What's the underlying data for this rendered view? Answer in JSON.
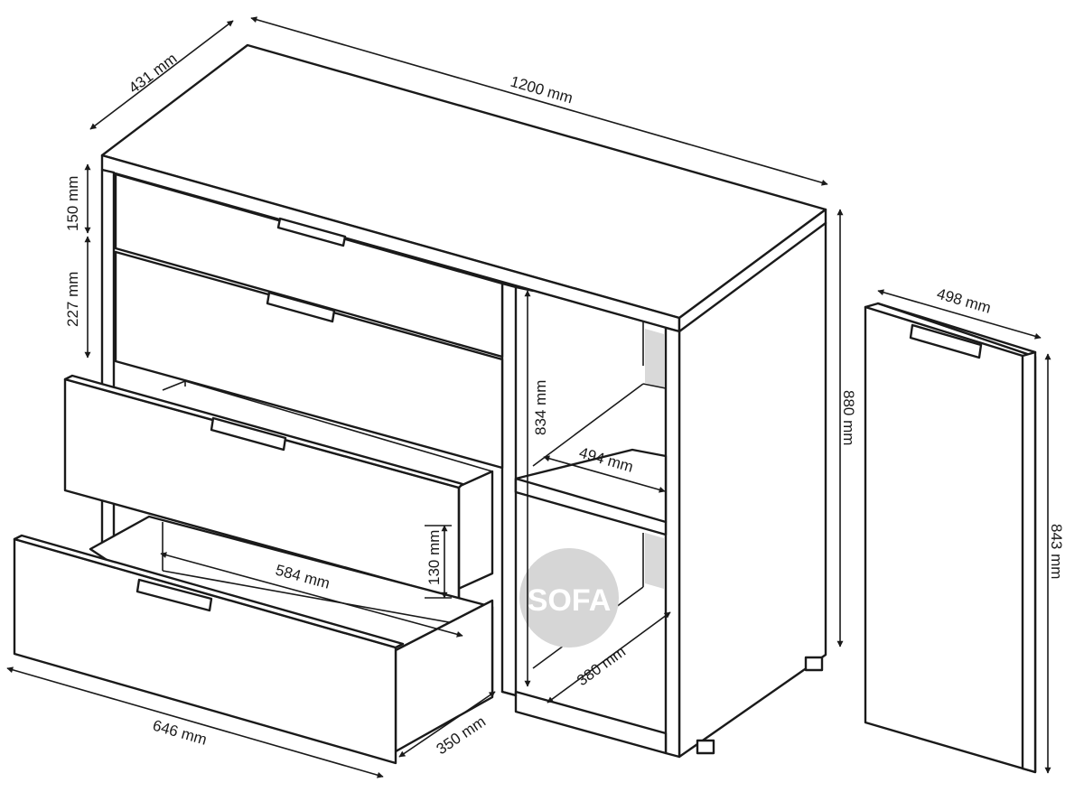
{
  "diagram": {
    "dimensions": {
      "overall_depth": "431 mm",
      "overall_width": "1200 mm",
      "top_drawer_height": "150 mm",
      "second_drawer_height": "227 mm",
      "shelf_section_height": "834 mm",
      "shelf_width": "494 mm",
      "overall_height": "880 mm",
      "door_width": "498 mm",
      "door_height": "843 mm",
      "drawer_inner_height": "130 mm",
      "drawer_inner_width": "584 mm",
      "bottom_drawer_width": "646 mm",
      "drawer_depth": "350 mm",
      "shelf_depth": "380 mm"
    },
    "watermark": {
      "text": "SOFA"
    },
    "colors": {
      "line": "#1a1a1a",
      "shade": "#d9d9d9",
      "watermark": "#d6d6d6"
    }
  }
}
